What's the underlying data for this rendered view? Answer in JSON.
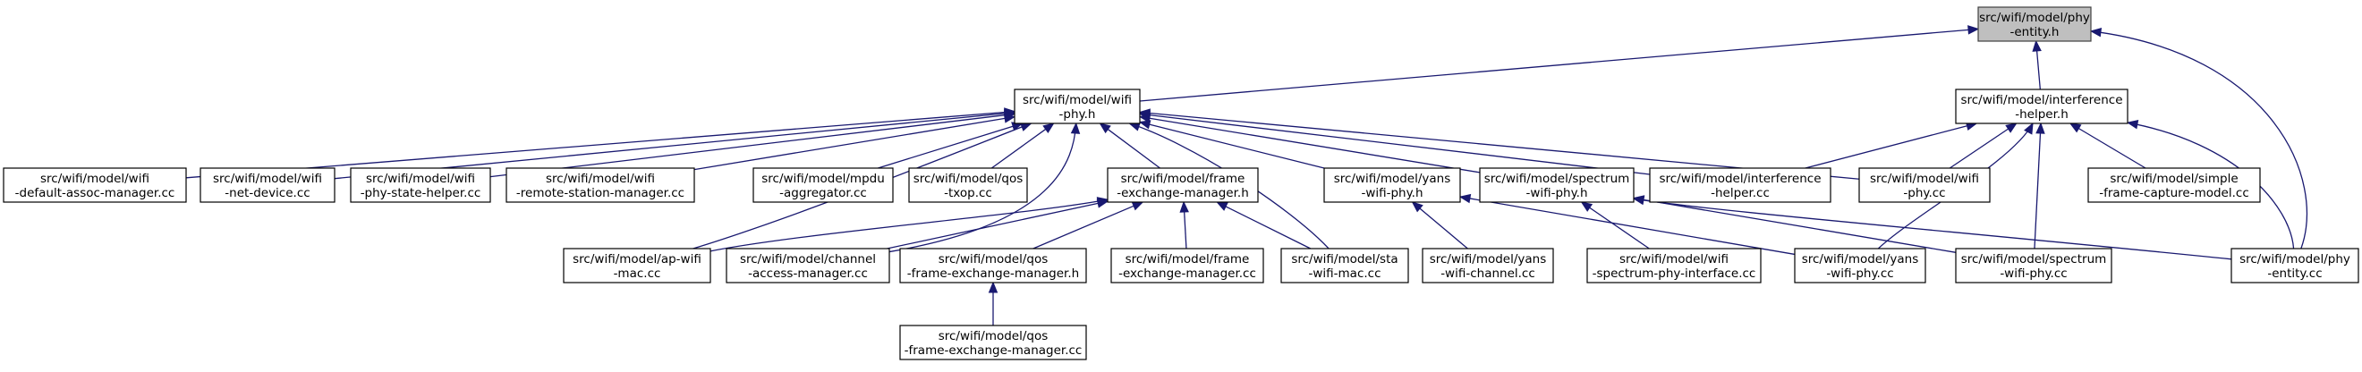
{
  "graph": {
    "title": "src/wifi/model/phy-entity.h include dependency graph",
    "colors": {
      "root_fill": "#bfbfbf",
      "node_fill": "#ffffff",
      "node_border": "#000000",
      "edge": "#191970"
    },
    "nodes": [
      {
        "id": "phy_entity_h",
        "lines": [
          "src/wifi/model/phy",
          "-entity.h"
        ],
        "root": true
      },
      {
        "id": "wifi_phy_h",
        "lines": [
          "src/wifi/model/wifi",
          "-phy.h"
        ]
      },
      {
        "id": "interference_helper_h",
        "lines": [
          "src/wifi/model/interference",
          "-helper.h"
        ]
      },
      {
        "id": "default_assoc_manager_cc",
        "lines": [
          "src/wifi/model/wifi",
          "-default-assoc-manager.cc"
        ]
      },
      {
        "id": "net_device_cc",
        "lines": [
          "src/wifi/model/wifi",
          "-net-device.cc"
        ]
      },
      {
        "id": "phy_state_helper_cc",
        "lines": [
          "src/wifi/model/wifi",
          "-phy-state-helper.cc"
        ]
      },
      {
        "id": "remote_station_manager_cc",
        "lines": [
          "src/wifi/model/wifi",
          "-remote-station-manager.cc"
        ]
      },
      {
        "id": "mpdu_aggregator_cc",
        "lines": [
          "src/wifi/model/mpdu",
          "-aggregator.cc"
        ]
      },
      {
        "id": "qos_txop_cc",
        "lines": [
          "src/wifi/model/qos",
          "-txop.cc"
        ]
      },
      {
        "id": "frame_exchange_manager_h",
        "lines": [
          "src/wifi/model/frame",
          "-exchange-manager.h"
        ]
      },
      {
        "id": "yans_wifi_phy_h",
        "lines": [
          "src/wifi/model/yans",
          "-wifi-phy.h"
        ]
      },
      {
        "id": "spectrum_wifi_phy_h",
        "lines": [
          "src/wifi/model/spectrum",
          "-wifi-phy.h"
        ]
      },
      {
        "id": "interference_helper_cc",
        "lines": [
          "src/wifi/model/interference",
          "-helper.cc"
        ]
      },
      {
        "id": "wifi_phy_cc",
        "lines": [
          "src/wifi/model/wifi",
          "-phy.cc"
        ]
      },
      {
        "id": "simple_frame_capture_model_cc",
        "lines": [
          "src/wifi/model/simple",
          "-frame-capture-model.cc"
        ]
      },
      {
        "id": "ap_wifi_mac_cc",
        "lines": [
          "src/wifi/model/ap-wifi",
          "-mac.cc"
        ]
      },
      {
        "id": "channel_access_manager_cc",
        "lines": [
          "src/wifi/model/channel",
          "-access-manager.cc"
        ]
      },
      {
        "id": "qos_frame_exchange_manager_h",
        "lines": [
          "src/wifi/model/qos",
          "-frame-exchange-manager.h"
        ]
      },
      {
        "id": "frame_exchange_manager_cc",
        "lines": [
          "src/wifi/model/frame",
          "-exchange-manager.cc"
        ]
      },
      {
        "id": "sta_wifi_mac_cc",
        "lines": [
          "src/wifi/model/sta",
          "-wifi-mac.cc"
        ]
      },
      {
        "id": "yans_wifi_channel_cc",
        "lines": [
          "src/wifi/model/yans",
          "-wifi-channel.cc"
        ]
      },
      {
        "id": "spectrum_phy_interface_cc",
        "lines": [
          "src/wifi/model/wifi",
          "-spectrum-phy-interface.cc"
        ]
      },
      {
        "id": "yans_wifi_phy_cc",
        "lines": [
          "src/wifi/model/yans",
          "-wifi-phy.cc"
        ]
      },
      {
        "id": "spectrum_wifi_phy_cc",
        "lines": [
          "src/wifi/model/spectrum",
          "-wifi-phy.cc"
        ]
      },
      {
        "id": "phy_entity_cc",
        "lines": [
          "src/wifi/model/phy",
          "-entity.cc"
        ]
      },
      {
        "id": "qos_frame_exchange_manager_cc",
        "lines": [
          "src/wifi/model/qos",
          "-frame-exchange-manager.cc"
        ]
      }
    ],
    "edges": [
      {
        "from": "wifi_phy_h",
        "to": "phy_entity_h"
      },
      {
        "from": "interference_helper_h",
        "to": "phy_entity_h"
      },
      {
        "from": "phy_entity_cc",
        "to": "phy_entity_h"
      },
      {
        "from": "default_assoc_manager_cc",
        "to": "wifi_phy_h"
      },
      {
        "from": "net_device_cc",
        "to": "wifi_phy_h"
      },
      {
        "from": "phy_state_helper_cc",
        "to": "wifi_phy_h"
      },
      {
        "from": "remote_station_manager_cc",
        "to": "wifi_phy_h"
      },
      {
        "from": "mpdu_aggregator_cc",
        "to": "wifi_phy_h"
      },
      {
        "from": "qos_txop_cc",
        "to": "wifi_phy_h"
      },
      {
        "from": "frame_exchange_manager_h",
        "to": "wifi_phy_h"
      },
      {
        "from": "yans_wifi_phy_h",
        "to": "wifi_phy_h"
      },
      {
        "from": "spectrum_wifi_phy_h",
        "to": "wifi_phy_h"
      },
      {
        "from": "interference_helper_cc",
        "to": "wifi_phy_h"
      },
      {
        "from": "wifi_phy_cc",
        "to": "wifi_phy_h"
      },
      {
        "from": "ap_wifi_mac_cc",
        "to": "wifi_phy_h"
      },
      {
        "from": "channel_access_manager_cc",
        "to": "wifi_phy_h"
      },
      {
        "from": "sta_wifi_mac_cc",
        "to": "wifi_phy_h"
      },
      {
        "from": "interference_helper_cc",
        "to": "interference_helper_h"
      },
      {
        "from": "wifi_phy_cc",
        "to": "interference_helper_h"
      },
      {
        "from": "simple_frame_capture_model_cc",
        "to": "interference_helper_h"
      },
      {
        "from": "yans_wifi_phy_cc",
        "to": "interference_helper_h"
      },
      {
        "from": "spectrum_wifi_phy_cc",
        "to": "interference_helper_h"
      },
      {
        "from": "phy_entity_cc",
        "to": "interference_helper_h"
      },
      {
        "from": "ap_wifi_mac_cc",
        "to": "frame_exchange_manager_h"
      },
      {
        "from": "channel_access_manager_cc",
        "to": "frame_exchange_manager_h"
      },
      {
        "from": "qos_frame_exchange_manager_h",
        "to": "frame_exchange_manager_h"
      },
      {
        "from": "frame_exchange_manager_cc",
        "to": "frame_exchange_manager_h"
      },
      {
        "from": "sta_wifi_mac_cc",
        "to": "frame_exchange_manager_h"
      },
      {
        "from": "yans_wifi_channel_cc",
        "to": "yans_wifi_phy_h"
      },
      {
        "from": "yans_wifi_phy_cc",
        "to": "yans_wifi_phy_h"
      },
      {
        "from": "spectrum_phy_interface_cc",
        "to": "spectrum_wifi_phy_h"
      },
      {
        "from": "spectrum_wifi_phy_cc",
        "to": "spectrum_wifi_phy_h"
      },
      {
        "from": "phy_entity_cc",
        "to": "spectrum_wifi_phy_h"
      },
      {
        "from": "qos_frame_exchange_manager_cc",
        "to": "qos_frame_exchange_manager_h"
      }
    ]
  }
}
